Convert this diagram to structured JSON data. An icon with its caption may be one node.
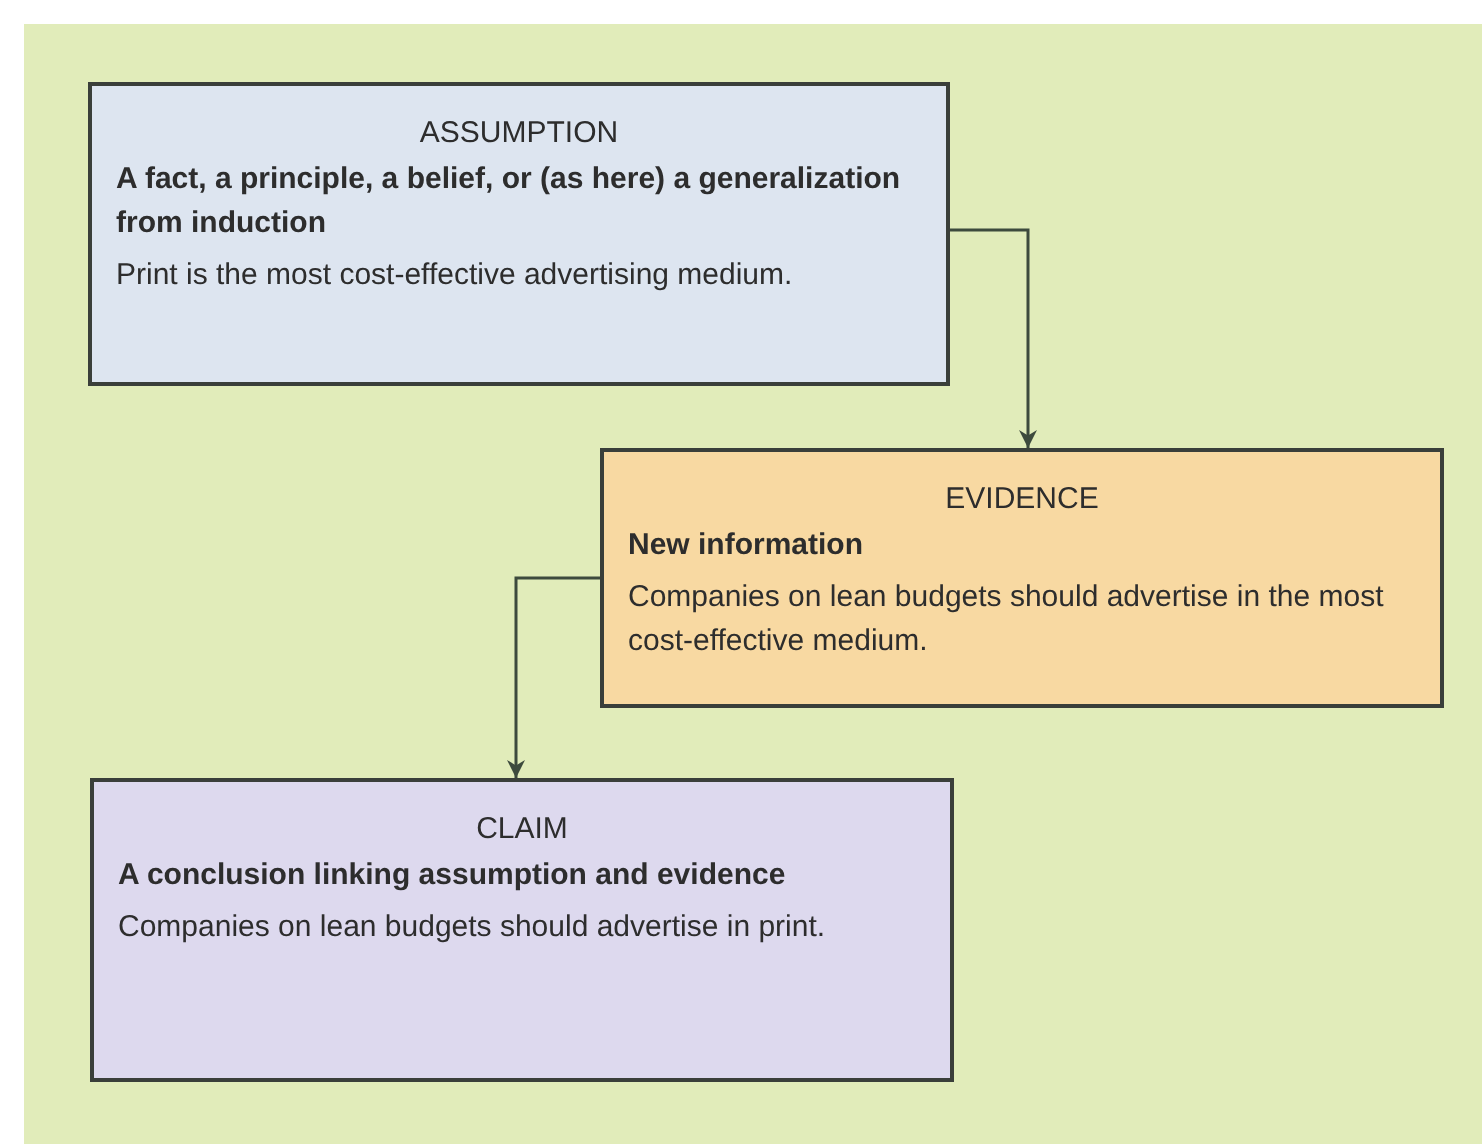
{
  "diagram": {
    "nodes": [
      {
        "text": [
          "ASSUMPTION",
          "A fact, a principle, a belief, or (as here) a generalization from induction",
          "Print is the most cost-effective advertising medium."
        ]
      },
      {
        "text": [
          "EVIDENCE",
          "New information",
          "Companies on lean budgets should advertise in the most cost-effective medium."
        ]
      },
      {
        "text": [
          "CLAIM",
          "A conclusion linking assumption and evidence",
          "Companies on lean budgets should advertise in print."
        ]
      }
    ],
    "edges": [
      {
        "from": 0,
        "to": 1,
        "arrow": "to"
      },
      {
        "from": 1,
        "to": 2,
        "arrow": "to"
      }
    ]
  }
}
